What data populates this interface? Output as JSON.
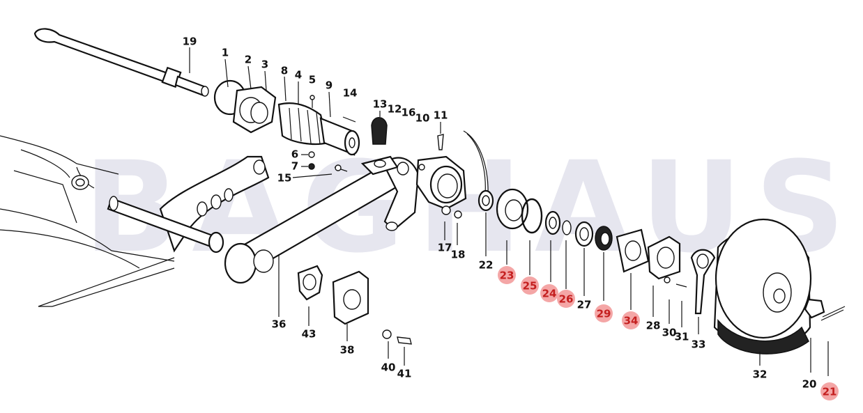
{
  "watermark": "BAGHAUS",
  "colors": {
    "highlight_fill": "#f4a6a6",
    "highlight_text": "#c41f1f",
    "line": "#111111"
  },
  "labels": [
    {
      "id": "19",
      "text": "19",
      "highlight": false
    },
    {
      "id": "1",
      "text": "1",
      "highlight": false
    },
    {
      "id": "2",
      "text": "2",
      "highlight": false
    },
    {
      "id": "3",
      "text": "3",
      "highlight": false
    },
    {
      "id": "8",
      "text": "8",
      "highlight": false
    },
    {
      "id": "4",
      "text": "4",
      "highlight": false
    },
    {
      "id": "5",
      "text": "5",
      "highlight": false
    },
    {
      "id": "9",
      "text": "9",
      "highlight": false
    },
    {
      "id": "14",
      "text": "14",
      "highlight": false
    },
    {
      "id": "13",
      "text": "13",
      "highlight": false
    },
    {
      "id": "12",
      "text": "12",
      "highlight": false
    },
    {
      "id": "16",
      "text": "16",
      "highlight": false
    },
    {
      "id": "10",
      "text": "10",
      "highlight": false
    },
    {
      "id": "11",
      "text": "11",
      "highlight": false
    },
    {
      "id": "6",
      "text": "6",
      "highlight": false
    },
    {
      "id": "7",
      "text": "7",
      "highlight": false
    },
    {
      "id": "15",
      "text": "15",
      "highlight": false
    },
    {
      "id": "17",
      "text": "17",
      "highlight": false
    },
    {
      "id": "18",
      "text": "18",
      "highlight": false
    },
    {
      "id": "22",
      "text": "22",
      "highlight": false
    },
    {
      "id": "23",
      "text": "23",
      "highlight": true
    },
    {
      "id": "25",
      "text": "25",
      "highlight": true
    },
    {
      "id": "24",
      "text": "24",
      "highlight": true
    },
    {
      "id": "26",
      "text": "26",
      "highlight": true
    },
    {
      "id": "27",
      "text": "27",
      "highlight": false
    },
    {
      "id": "29",
      "text": "29",
      "highlight": true
    },
    {
      "id": "34",
      "text": "34",
      "highlight": true
    },
    {
      "id": "28",
      "text": "28",
      "highlight": false
    },
    {
      "id": "30",
      "text": "30",
      "highlight": false
    },
    {
      "id": "31",
      "text": "31",
      "highlight": false
    },
    {
      "id": "33",
      "text": "33",
      "highlight": false
    },
    {
      "id": "32",
      "text": "32",
      "highlight": false
    },
    {
      "id": "20",
      "text": "20",
      "highlight": false
    },
    {
      "id": "21",
      "text": "21",
      "highlight": true
    },
    {
      "id": "36",
      "text": "36",
      "highlight": false
    },
    {
      "id": "43",
      "text": "43",
      "highlight": false
    },
    {
      "id": "38",
      "text": "38",
      "highlight": false
    },
    {
      "id": "40",
      "text": "40",
      "highlight": false
    },
    {
      "id": "41",
      "text": "41",
      "highlight": false
    }
  ]
}
